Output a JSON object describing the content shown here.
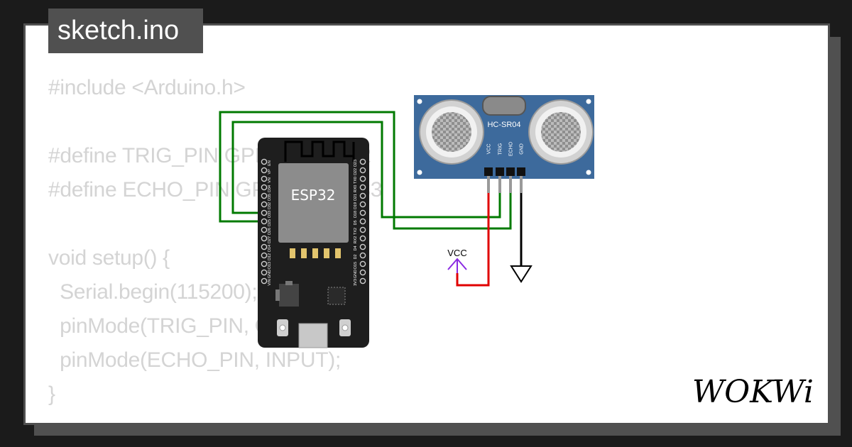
{
  "file_tab": {
    "title": "sketch.ino"
  },
  "code_lines": [
    "#include <Arduino.h>",
    "",
    "#define TRIG_PIN GPIO_NUM_32",
    "#define ECHO_PIN GPIO_NUM_33",
    "",
    "void setup() {",
    "  Serial.begin(115200);",
    "  pinMode(TRIG_PIN, OUTPUT);",
    "  pinMode(ECHO_PIN, INPUT);",
    "}"
  ],
  "esp32": {
    "chip_label": "ESP32",
    "left_pins": [
      "EN",
      "VP",
      "VN",
      "D34",
      "D35",
      "D32",
      "D33",
      "D25",
      "D26",
      "D27",
      "D14",
      "D12",
      "D13",
      "GND",
      "VIN"
    ],
    "right_pins": [
      "D23",
      "D22",
      "TX0",
      "RX0",
      "D21",
      "D19",
      "D18",
      "D5",
      "TX2",
      "RX2",
      "D4",
      "D2",
      "D15",
      "GND",
      "3V3"
    ]
  },
  "sensor": {
    "label": "HC-SR04",
    "pins": [
      "VCC",
      "TRIG",
      "ECHO",
      "GND"
    ]
  },
  "vcc_label": "VCC",
  "brand": "WOKWi",
  "colors": {
    "wire_signal": "#007a00",
    "wire_power": "#e00000",
    "wire_ground": "#000000",
    "vcc_symbol": "#8a2be2",
    "sensor_board": "#3d6a9c"
  }
}
